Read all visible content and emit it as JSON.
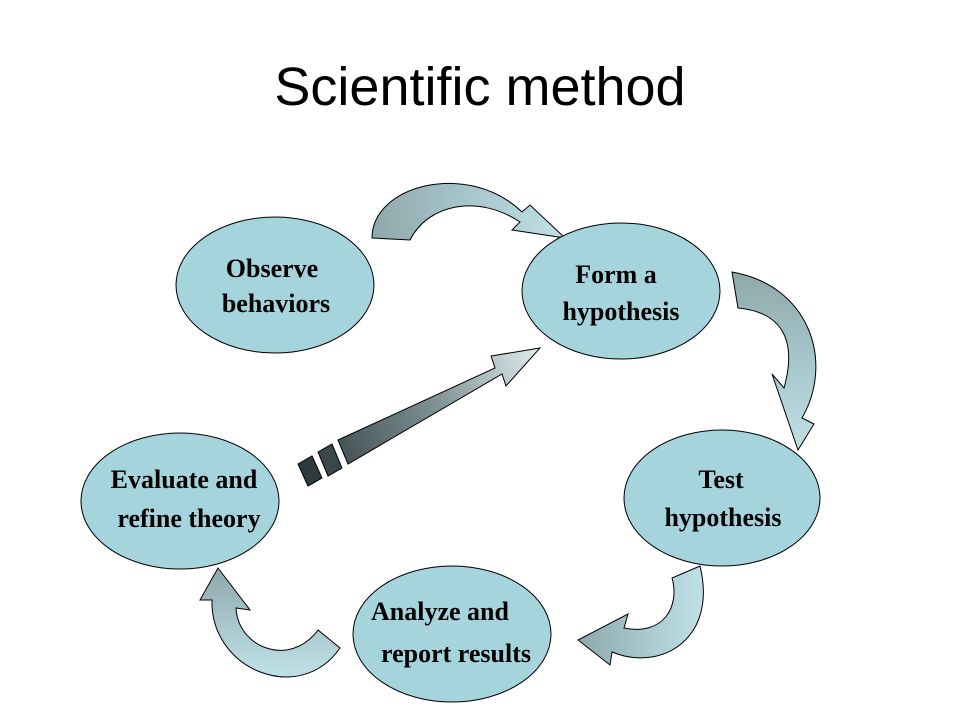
{
  "title": "Scientific method",
  "colors": {
    "node_fill": "#a6d4dc",
    "node_stroke": "#000000",
    "arrow_dark": "#8fa8aa",
    "arrow_light": "#bfe0e6",
    "pointer_dark": "#3f4c50",
    "pointer_light": "#dcecef"
  },
  "nodes": {
    "observe": {
      "line1": "Observe",
      "line2": "behaviors"
    },
    "hypothesis": {
      "line1": "Form a",
      "line2": "hypothesis"
    },
    "test": {
      "line1": "Test",
      "line2": "hypothesis"
    },
    "analyze": {
      "line1": "Analyze and",
      "line2": "report results"
    },
    "evaluate": {
      "line1": "Evaluate and",
      "line2": "refine theory"
    }
  }
}
